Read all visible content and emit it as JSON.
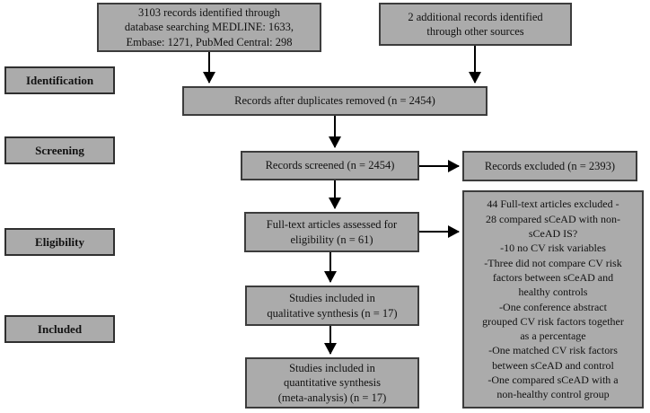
{
  "diagram": {
    "title": "PRISMA flow diagram",
    "colors": {
      "box_fill": "#ababab",
      "box_border": "#3c3c3c",
      "arrow": "#000000",
      "background": "#ffffff",
      "text": "#111111"
    },
    "phases": [
      {
        "label": "Identification"
      },
      {
        "label": "Screening"
      },
      {
        "label": "Eligibility"
      },
      {
        "label": "Included"
      }
    ],
    "boxes": {
      "database": {
        "text": "3103 records identified through\ndatabase searching MEDLINE: 1633,\nEmbase: 1271, PubMed Central: 298"
      },
      "other_sources": {
        "text": "2 additional records identified\nthrough other sources"
      },
      "duplicates_removed": {
        "text": "Records after duplicates removed (n = 2454)"
      },
      "records_screened": {
        "text": "Records screened (n = 2454)"
      },
      "records_excluded": {
        "text": "Records excluded (n = 2393)"
      },
      "fulltext_assessed": {
        "text": "Full-text articles assessed for\neligibility (n = 61)"
      },
      "fulltext_excluded": {
        "text": "44 Full-text articles excluded -\n28 compared sCeAD with non-\nsCeAD IS?\n-10 no CV risk variables\n-Three did not compare CV risk\nfactors between sCeAD and\nhealthy controls\n-One conference abstract\ngrouped CV risk factors together\nas a percentage\n-One matched CV risk factors\nbetween sCeAD and control\n-One compared sCeAD with a\nnon-healthy control group"
      },
      "qualitative_synthesis": {
        "text": "Studies included in\nqualitative synthesis (n = 17)"
      },
      "quantitative_synthesis": {
        "text": "Studies included in\nquantitative synthesis\n(meta-analysis) (n = 17)"
      }
    }
  }
}
